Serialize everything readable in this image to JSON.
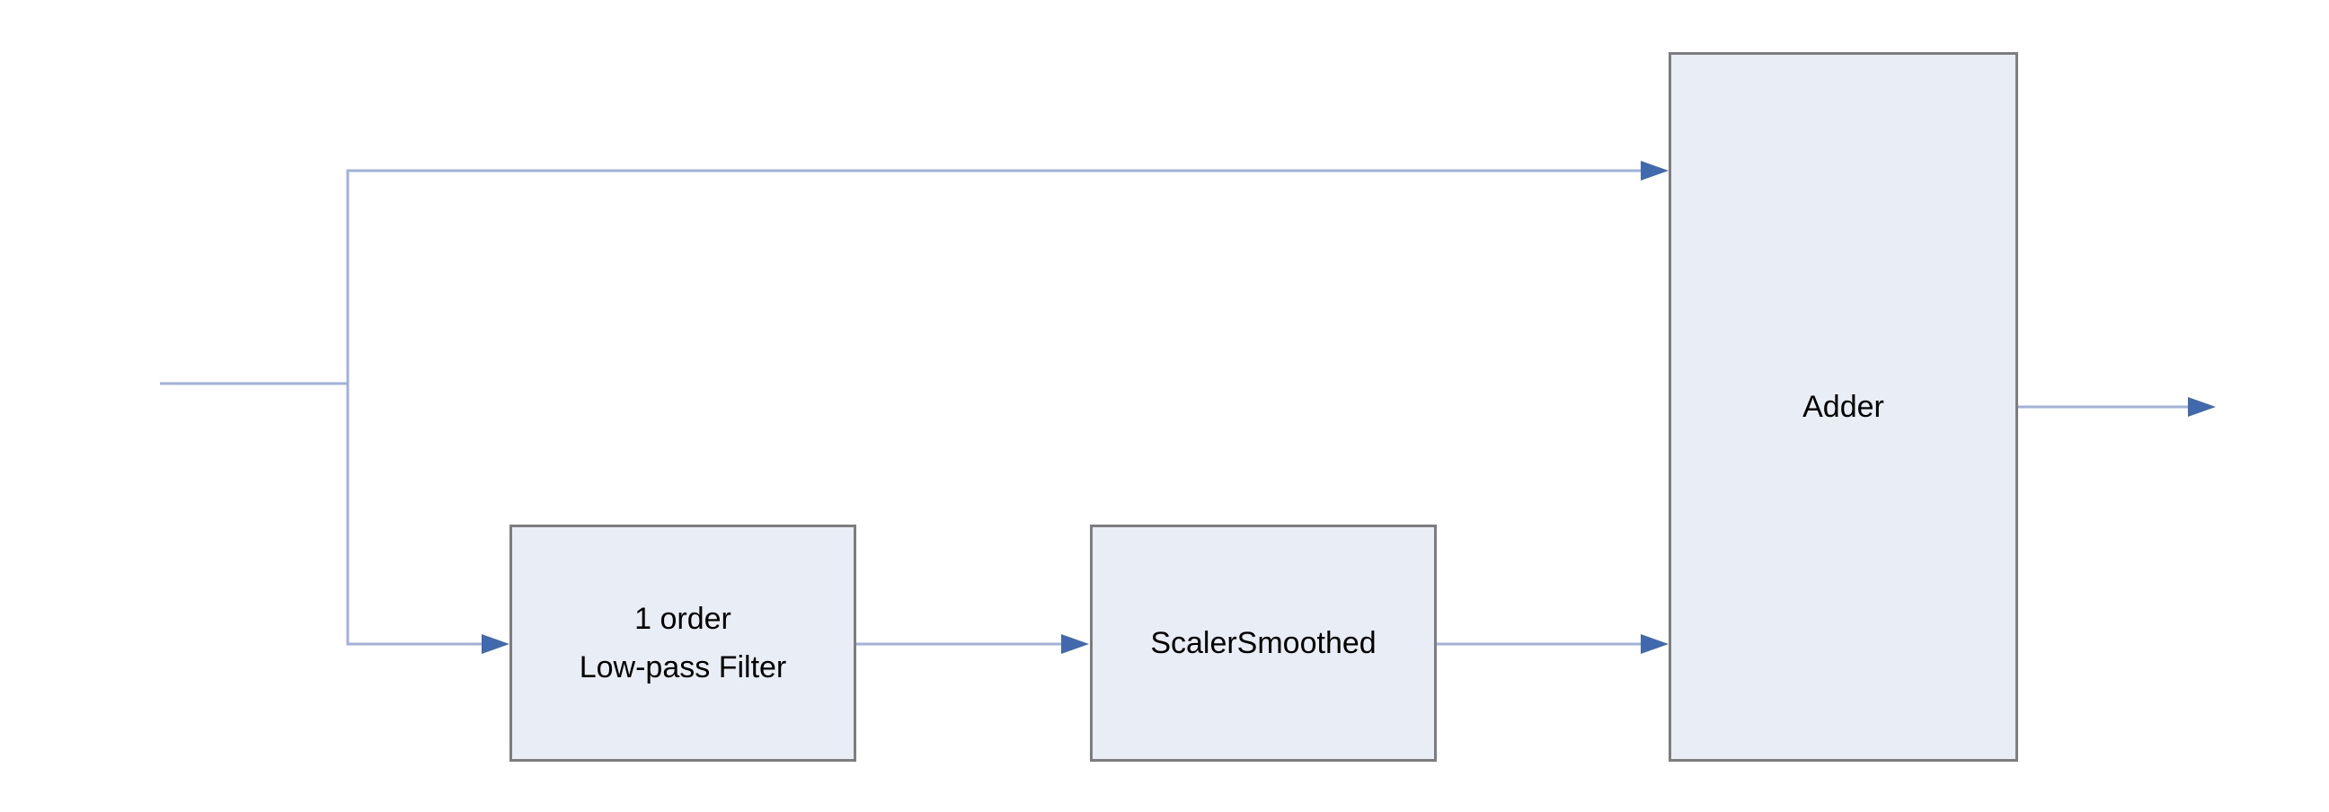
{
  "diagram": {
    "type": "block-diagram",
    "colors": {
      "canvas-bg": "#ffffff",
      "block-fill": "#e9edf5",
      "block-border": "#7d7d7d",
      "block-text": "#000000",
      "edge-line": "#9fb2d9",
      "arrowhead": "#4169ad"
    },
    "blocks": {
      "lowpass": {
        "line1": "1 order",
        "line2": "Low-pass Filter"
      },
      "scaler": {
        "label": "ScalerSmoothed"
      },
      "adder": {
        "label": "Adder"
      }
    },
    "connections": [
      {
        "from": "input",
        "to": "branch-junction",
        "arrow": false
      },
      {
        "from": "branch-junction",
        "to": "adder",
        "arrow": true,
        "route": "up-then-right"
      },
      {
        "from": "branch-junction",
        "to": "lowpass",
        "arrow": true,
        "route": "down-then-right"
      },
      {
        "from": "lowpass",
        "to": "scaler",
        "arrow": true
      },
      {
        "from": "scaler",
        "to": "adder",
        "arrow": true
      },
      {
        "from": "adder",
        "to": "output",
        "arrow": true
      }
    ]
  }
}
